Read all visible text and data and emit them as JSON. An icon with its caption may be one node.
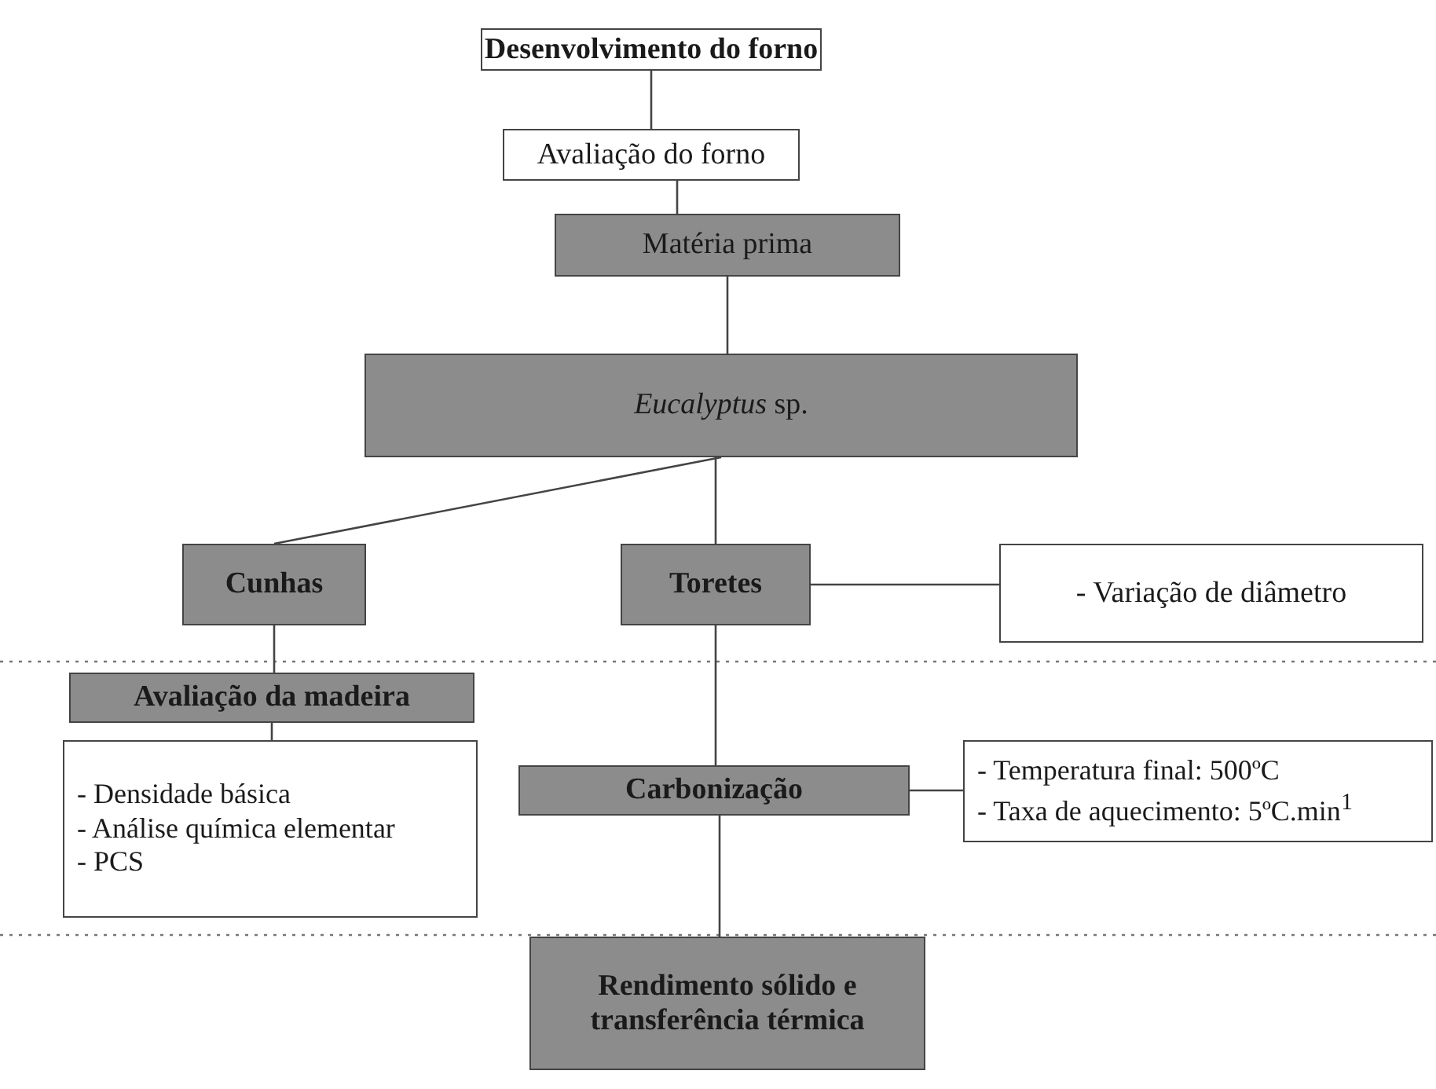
{
  "diagram": {
    "nodes": [
      {
        "text": [
          "Desenvolvimento do forno"
        ]
      },
      {
        "text": [
          "Avaliação do forno"
        ]
      },
      {
        "text": [
          "Matéria prima"
        ]
      },
      {
        "text": [
          "*Eucalyptus* sp."
        ]
      },
      {
        "text": [
          "Cunhas"
        ]
      },
      {
        "text": [
          "Toretes"
        ]
      },
      {
        "text": [
          "- Variação de diâmetro"
        ]
      },
      {
        "text": [
          "Avaliação da madeira"
        ]
      },
      {
        "text": [
          "- Densidade básica",
          "- Análise química elementar",
          "- PCS"
        ]
      },
      {
        "text": [
          "Carbonização"
        ]
      },
      {
        "text": [
          "- Temperatura final: 500ºC",
          "- Taxa de aquecimento: 5ºC.min$^{1}$"
        ]
      },
      {
        "text": [
          "Rendimento sólido e transferência térmica"
        ]
      }
    ],
    "edges": [
      {
        "from": 0,
        "to": 1,
        "arrow": "none"
      },
      {
        "from": 1,
        "to": 2,
        "arrow": "none"
      },
      {
        "from": 2,
        "to": 3,
        "arrow": "none"
      },
      {
        "from": 3,
        "to": 4,
        "arrow": "none"
      },
      {
        "from": 3,
        "to": 5,
        "arrow": "none"
      },
      {
        "from": 5,
        "to": 6,
        "arrow": "none"
      },
      {
        "from": 4,
        "to": 7,
        "arrow": "none"
      },
      {
        "from": 7,
        "to": 8,
        "arrow": "none"
      },
      {
        "from": 5,
        "to": 9,
        "arrow": "none"
      },
      {
        "from": 9,
        "to": 10,
        "arrow": "none"
      },
      {
        "from": 9,
        "to": 11,
        "arrow": "none"
      }
    ]
  }
}
